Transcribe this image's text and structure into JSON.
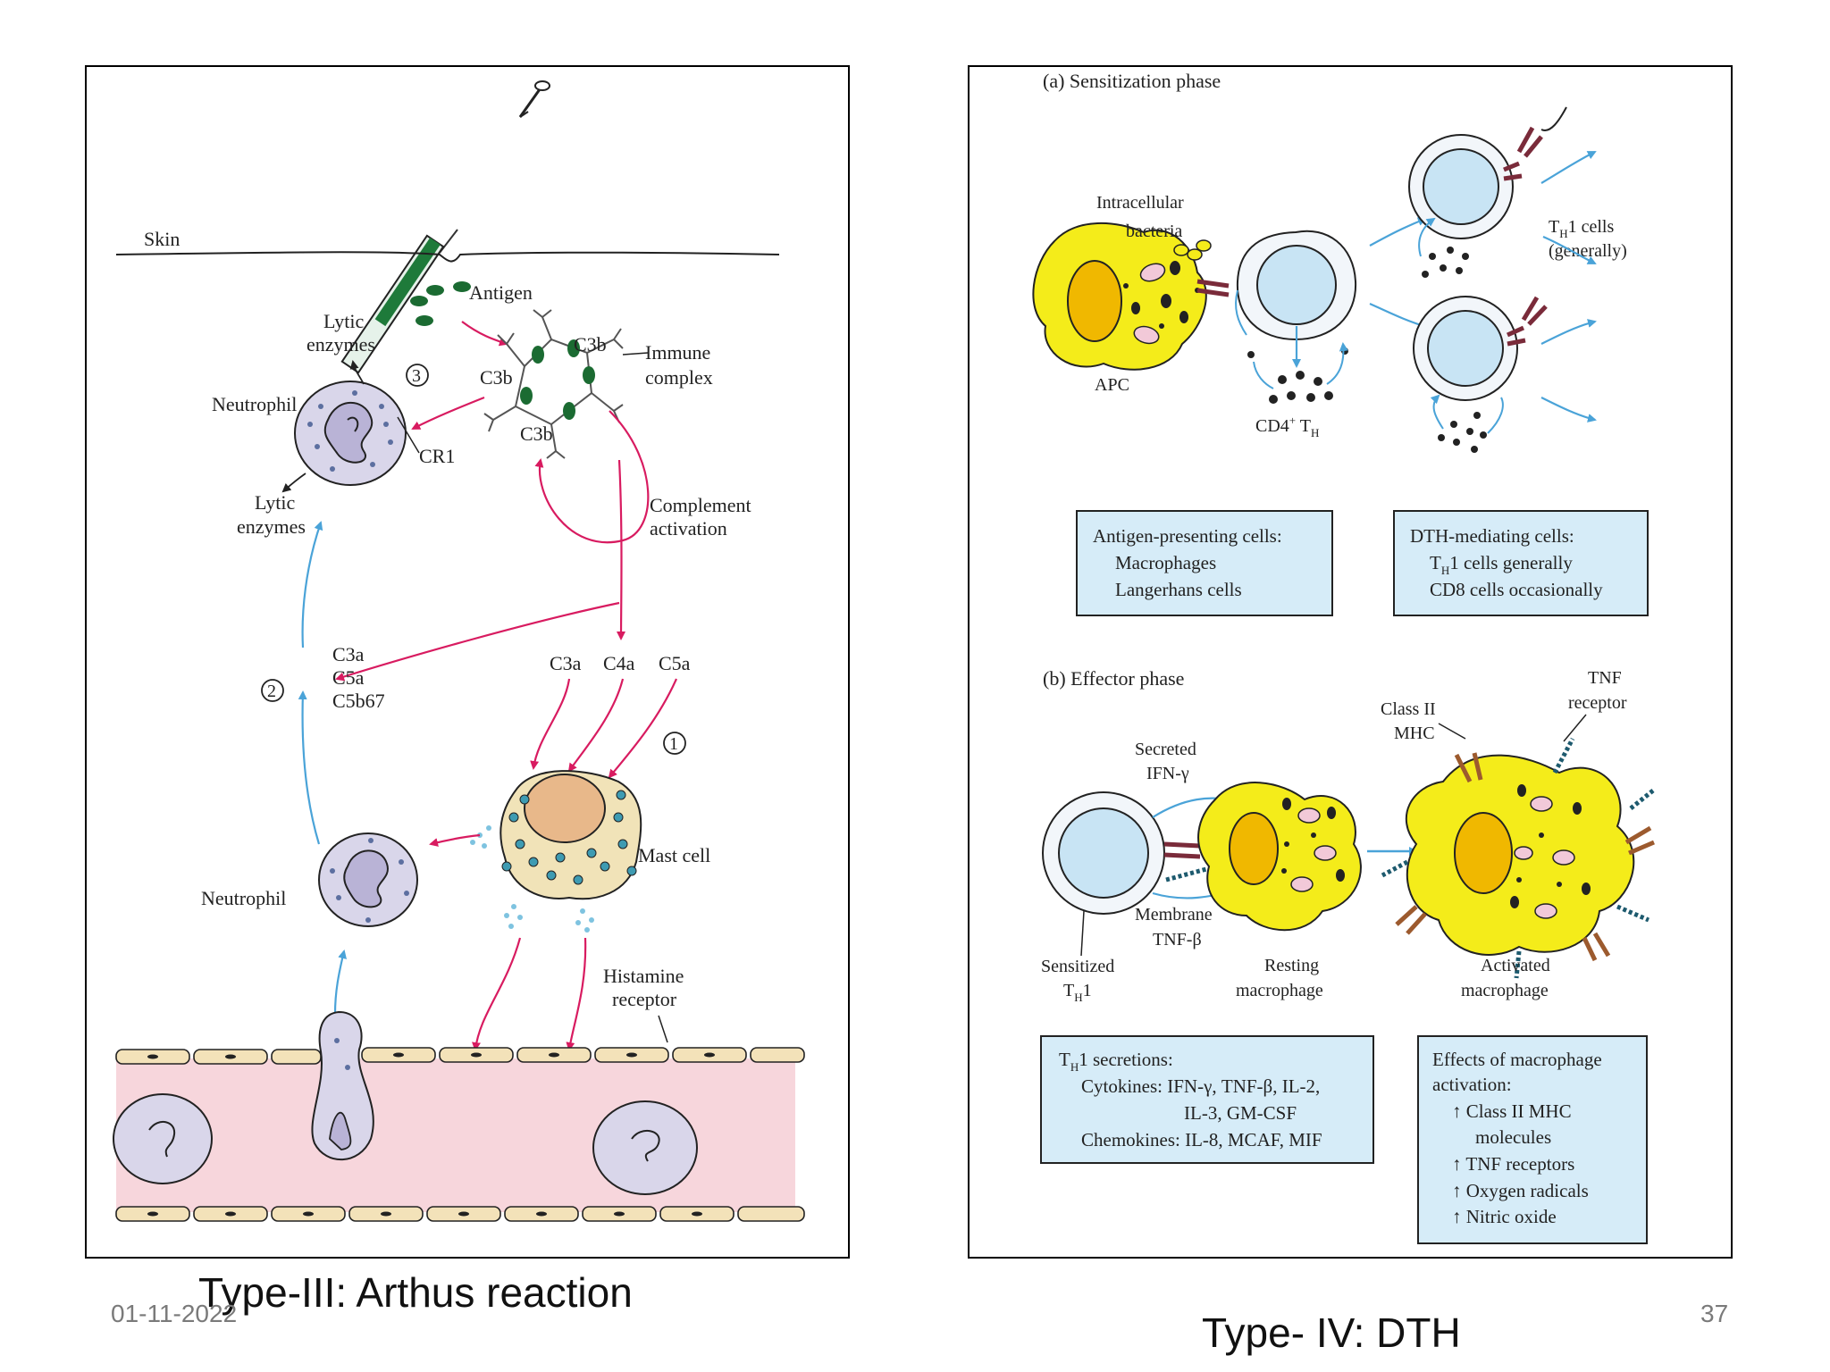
{
  "left_diagram": {
    "skin": "Skin",
    "antigen": "Antigen",
    "lytic_enzymes_top_1": "Lytic",
    "lytic_enzymes_top_2": "enzymes",
    "step3": "3",
    "c3b_top": "C3b",
    "c3b_left": "C3b",
    "c3b_bottom": "C3b",
    "immune_complex_1": "Immune",
    "immune_complex_2": "complex",
    "neutrophil_top": "Neutrophil",
    "cr1": "CR1",
    "lytic_enzymes_bottom_1": "Lytic",
    "lytic_enzymes_bottom_2": "enzymes",
    "complement_activation_1": "Complement",
    "complement_activation_2": "activation",
    "step2": "2",
    "c3a": "C3a",
    "c5a": "C5a",
    "c5b67": "C5b67",
    "c3a_r": "C3a",
    "c4a_r": "C4a",
    "c5a_r": "C5a",
    "step1": "1",
    "mast_cell": "Mast cell",
    "neutrophil_bottom": "Neutrophil",
    "histamine_receptor_1": "Histamine",
    "histamine_receptor_2": "receptor"
  },
  "right_diagram": {
    "sensitization_phase": "(a) Sensitization phase",
    "intracellular_1": "Intracellular",
    "intracellular_2": "bacteria",
    "apc": "APC",
    "cd4": "CD4",
    "cd4_sup": "+",
    "t_h": "T",
    "h_sub": "H",
    "th1_cells": "1 cells",
    "generally": "(generally)",
    "box_apc": {
      "line1": "Antigen-presenting cells:",
      "line2": "Macrophages",
      "line3": "Langerhans cells"
    },
    "box_dth": {
      "line1": "DTH-mediating cells:",
      "line2_suffix": "1 cells generally",
      "line3": "CD8 cells occasionally"
    },
    "effector_phase": "(b) Effector phase",
    "class_ii_1": "Class II",
    "class_ii_2": "MHC",
    "tnf_1": "TNF",
    "tnf_2": "receptor",
    "secreted_1": "Secreted",
    "secreted_2": "IFN-γ",
    "membrane_1": "Membrane",
    "membrane_2": "TNF-β",
    "sensitized": "Sensitized",
    "sensitized_th_suffix": "1",
    "resting_1": "Resting",
    "resting_2": "macrophage",
    "activated_1": "Activated",
    "activated_2": "macrophage",
    "box_th1": {
      "line1_suffix": "1 secretions:",
      "line2": "Cytokines: IFN-γ, TNF-β, IL-2,",
      "line3": "IL-3, GM-CSF",
      "line4": "Chemokines: IL-8, MCAF, MIF"
    },
    "box_effects": {
      "line1": "Effects of macrophage",
      "line2": "activation:",
      "line3": "↑ Class II MHC",
      "line4": "molecules",
      "line5": "↑ TNF receptors",
      "line6": "↑ Oxygen radicals",
      "line7": "↑  Nitric oxide"
    }
  },
  "captions": {
    "left": "Type-III: Arthus reaction",
    "right": "Type- IV: DTH"
  },
  "footer": {
    "date": "01-11-2022",
    "page": "37"
  },
  "colors": {
    "pink_arrow": "#d81b60",
    "blue_arrow": "#4aa3d8",
    "antigen_green": "#1b6b32",
    "yellow_apc": "#f4ec1a",
    "cell_blue": "#c8e4f4",
    "vessel_pink": "#f7d6dc",
    "box_fill": "#d6ecf8"
  }
}
